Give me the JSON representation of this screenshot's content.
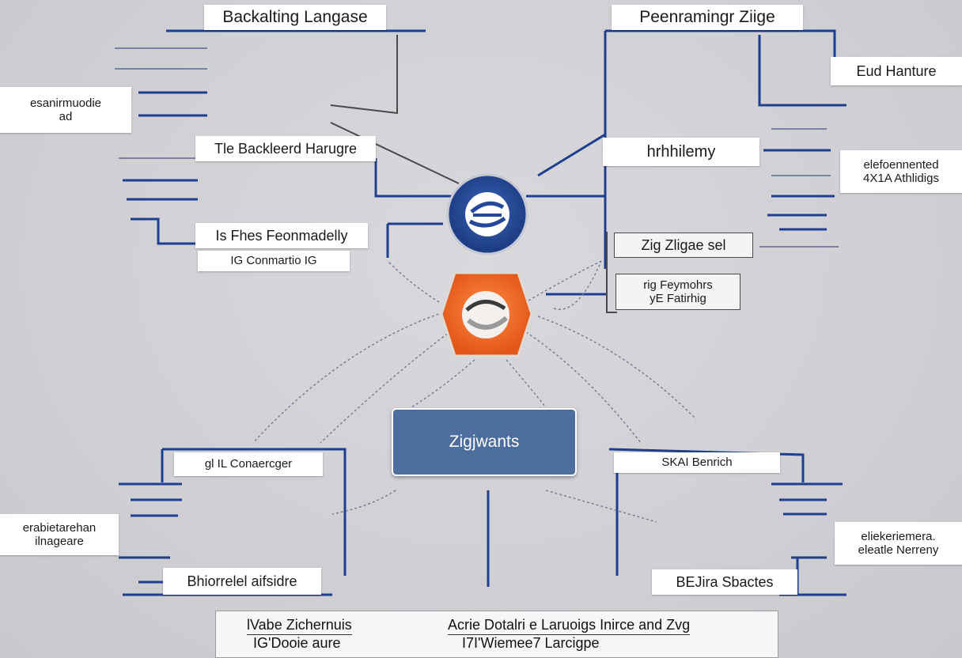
{
  "labels": {
    "top_left_title": "Backalting Langase",
    "top_right_title": "Peenramingr Ziige",
    "right_upper": "Eud Hanture",
    "left_upper_line1": "esanirmuodie",
    "left_upper_line2": "ad",
    "left_mid": "Tle Backleerd Harugre",
    "right_mid": "hrhhilemy",
    "right_mid2_line1": "elefoennented",
    "right_mid2_line2": "4X1A Athlidigs",
    "left_lower_line1": "Is Fhes Feonmadelly",
    "left_lower_line2": "IG Conmartio IG",
    "zig_box": "Zig Zligae sel",
    "fey_box_line1": "rig Feymohrs",
    "fey_box_line2": "yE Fatirhig",
    "center_node": "Zigjwants",
    "bottom_left_upper": "gl IL Conaercger",
    "bottom_left_side_line1": "erabietarehan",
    "bottom_left_side_line2": "ilnageare",
    "bottom_left_lower": "Bhiorrelel aifsidre",
    "bottom_right_upper": "SKAI Benrich",
    "bottom_right_side_line1": "eliekeriemera.",
    "bottom_right_side_line2": "eleatle Nerreny",
    "bottom_right_lower": "BEJira Sbactes",
    "footer_left_line1": "lVabe Zichernuis",
    "footer_left_line2": "IG'Dooie aure",
    "footer_right_line1": "Acrie Dotalri e Laruoigs Inirce and Zvg",
    "footer_right_line2": "I7I'Wiemee7 Larcigpe"
  },
  "icons": {
    "top_node": "zig-logo-icon",
    "middle_node": "zig-logo-icon"
  },
  "colors": {
    "line_blue": "#1e3f8f",
    "node_blue": "#23479a",
    "node_orange": "#ef6a2c",
    "center_fill": "#4d6d9f"
  }
}
